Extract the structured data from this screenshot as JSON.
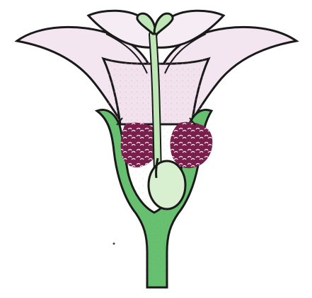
{
  "diagram": {
    "colors": {
      "outline": "#1a1a1a",
      "petal_fill": "#f3e6f0",
      "petal_shadow": "#ead8e6",
      "green": "#67c06f",
      "green_light": "#bfe6b5",
      "green_pale": "#d8f0d0",
      "nectar": "#7a1f4c",
      "background": "#ffffff"
    },
    "parts": [
      {
        "id": "petals",
        "icon": "petal-shape"
      },
      {
        "id": "calyx",
        "icon": "calyx-shape"
      },
      {
        "id": "stem",
        "icon": "stem-shape"
      },
      {
        "id": "ovary",
        "icon": "ovary-shape"
      },
      {
        "id": "style",
        "icon": "style-shape"
      },
      {
        "id": "stigma",
        "icon": "stigma-shape"
      },
      {
        "id": "nectar-glands",
        "icon": "nectar-gland-shape"
      }
    ]
  }
}
